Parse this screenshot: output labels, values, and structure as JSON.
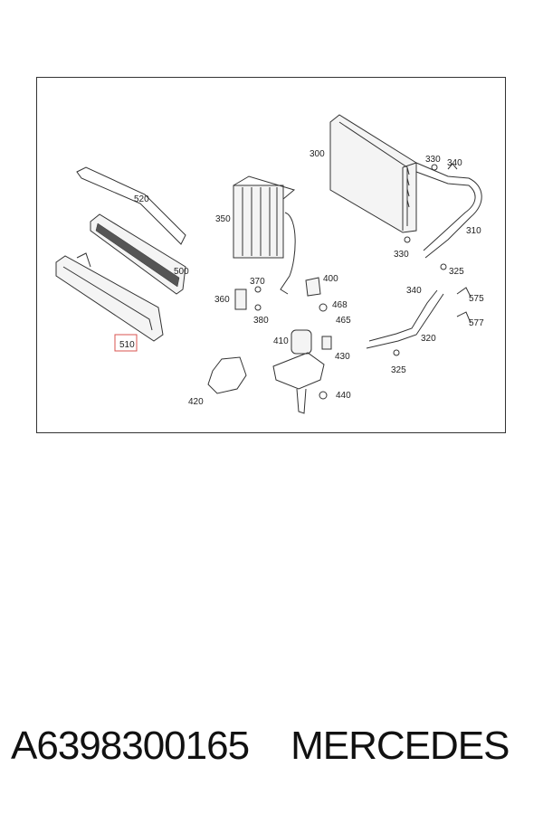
{
  "diagram": {
    "labels": {
      "p300": "300",
      "p310": "310",
      "p320": "320",
      "p325a": "325",
      "p325b": "325",
      "p330a": "330",
      "p330b": "330",
      "p340a": "340",
      "p340b": "340",
      "p350": "350",
      "p360": "360",
      "p370": "370",
      "p380": "380",
      "p400": "400",
      "p410": "410",
      "p420": "420",
      "p430": "430",
      "p440": "440",
      "p465": "465",
      "p468": "468",
      "p500": "500",
      "p510": "510",
      "p520": "520",
      "p575": "575",
      "p577": "577"
    },
    "highlight_color": "#d9534f"
  },
  "caption": {
    "part_number": "A6398300165",
    "brand": "MERCEDES"
  }
}
